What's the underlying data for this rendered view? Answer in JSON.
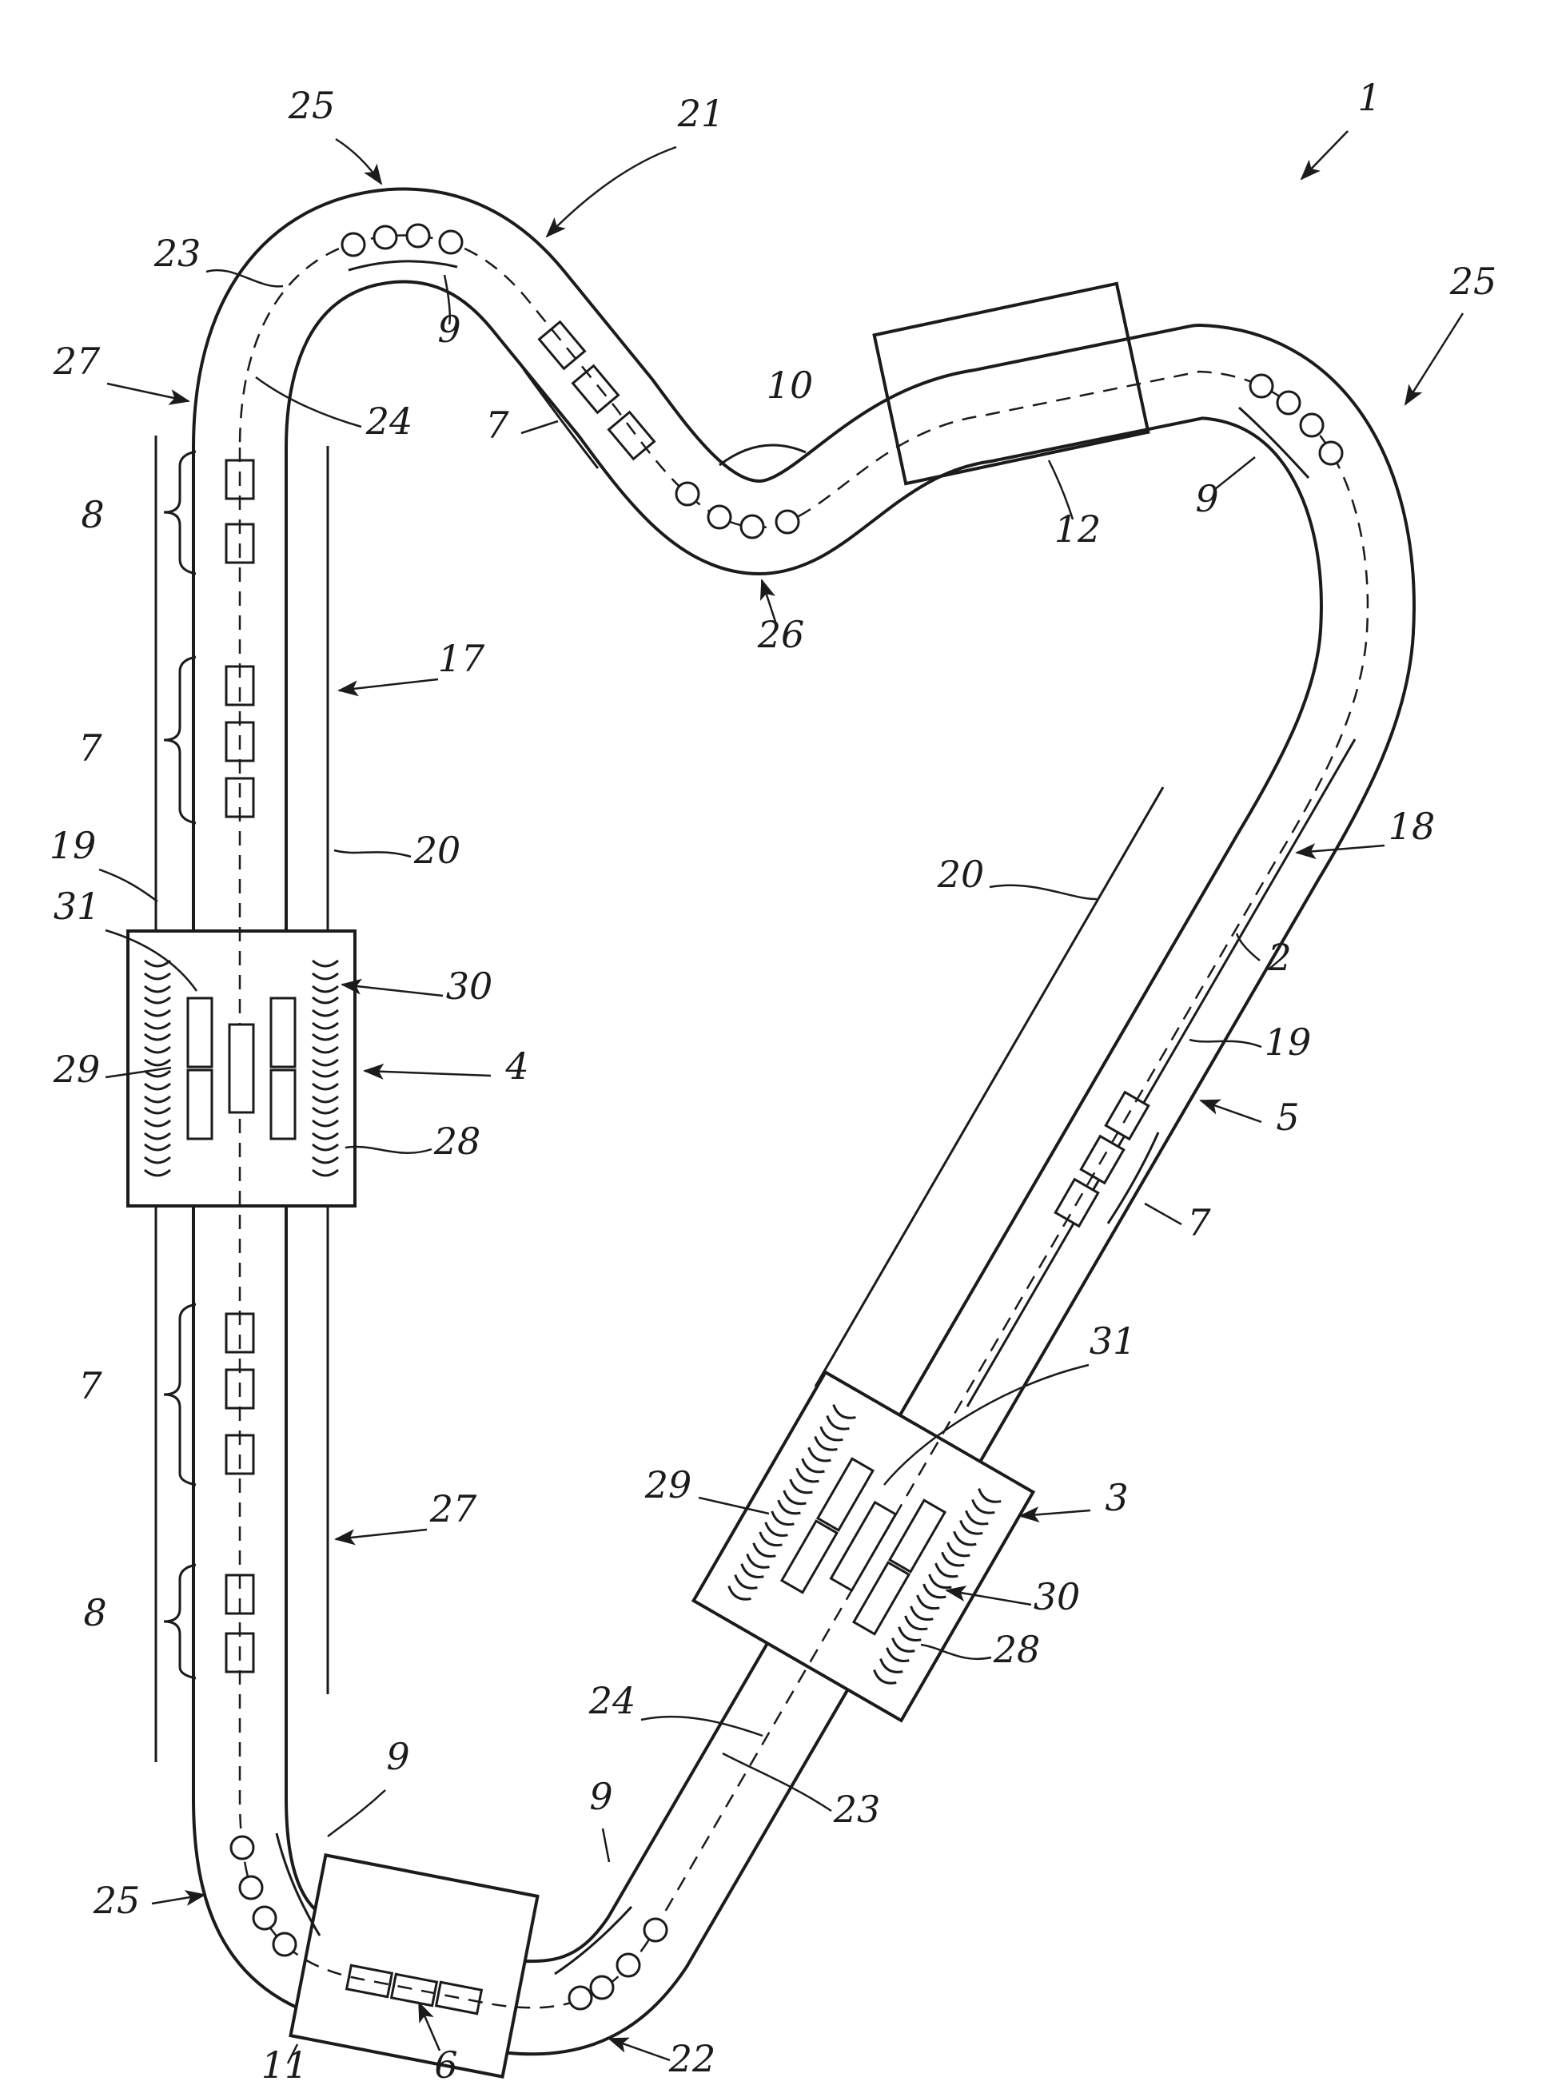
{
  "colors": {
    "line": "#1b1b1b",
    "background": "#ffffff"
  },
  "labels": [
    {
      "name": "ref-25-top-left",
      "text": "25"
    },
    {
      "name": "ref-21",
      "text": "21"
    },
    {
      "name": "ref-1",
      "text": "1"
    },
    {
      "name": "ref-23-top-left",
      "text": "23"
    },
    {
      "name": "ref-9-top-left",
      "text": "9"
    },
    {
      "name": "ref-27-top",
      "text": "27"
    },
    {
      "name": "ref-24-top",
      "text": "24"
    },
    {
      "name": "ref-7-top",
      "text": "7"
    },
    {
      "name": "ref-10",
      "text": "10"
    },
    {
      "name": "ref-25-top-right",
      "text": "25"
    },
    {
      "name": "ref-9-top-right",
      "text": "9"
    },
    {
      "name": "ref-12",
      "text": "12"
    },
    {
      "name": "ref-26",
      "text": "26"
    },
    {
      "name": "ref-8-upper-left",
      "text": "8"
    },
    {
      "name": "ref-17",
      "text": "17"
    },
    {
      "name": "ref-7-upper-left",
      "text": "7"
    },
    {
      "name": "ref-19-left",
      "text": "19"
    },
    {
      "name": "ref-31-left",
      "text": "31"
    },
    {
      "name": "ref-20-left",
      "text": "20"
    },
    {
      "name": "ref-30-left",
      "text": "30"
    },
    {
      "name": "ref-29-left",
      "text": "29"
    },
    {
      "name": "ref-4",
      "text": "4"
    },
    {
      "name": "ref-28-left",
      "text": "28"
    },
    {
      "name": "ref-7-lower-left",
      "text": "7"
    },
    {
      "name": "ref-27-lower",
      "text": "27"
    },
    {
      "name": "ref-8-lower-left",
      "text": "8"
    },
    {
      "name": "ref-9-bottom-left",
      "text": "9"
    },
    {
      "name": "ref-25-bottom-left",
      "text": "25"
    },
    {
      "name": "ref-11",
      "text": "11"
    },
    {
      "name": "ref-6",
      "text": "6"
    },
    {
      "name": "ref-9-bottom-mid",
      "text": "9"
    },
    {
      "name": "ref-22",
      "text": "22"
    },
    {
      "name": "ref-24-bottom",
      "text": "24"
    },
    {
      "name": "ref-23-bottom",
      "text": "23"
    },
    {
      "name": "ref-31-right",
      "text": "31"
    },
    {
      "name": "ref-29-right",
      "text": "29"
    },
    {
      "name": "ref-3",
      "text": "3"
    },
    {
      "name": "ref-30-right",
      "text": "30"
    },
    {
      "name": "ref-28-right",
      "text": "28"
    },
    {
      "name": "ref-18",
      "text": "18"
    },
    {
      "name": "ref-20-right",
      "text": "20"
    },
    {
      "name": "ref-2",
      "text": "2"
    },
    {
      "name": "ref-19-right",
      "text": "19"
    },
    {
      "name": "ref-5",
      "text": "5"
    },
    {
      "name": "ref-7-right",
      "text": "7"
    }
  ]
}
